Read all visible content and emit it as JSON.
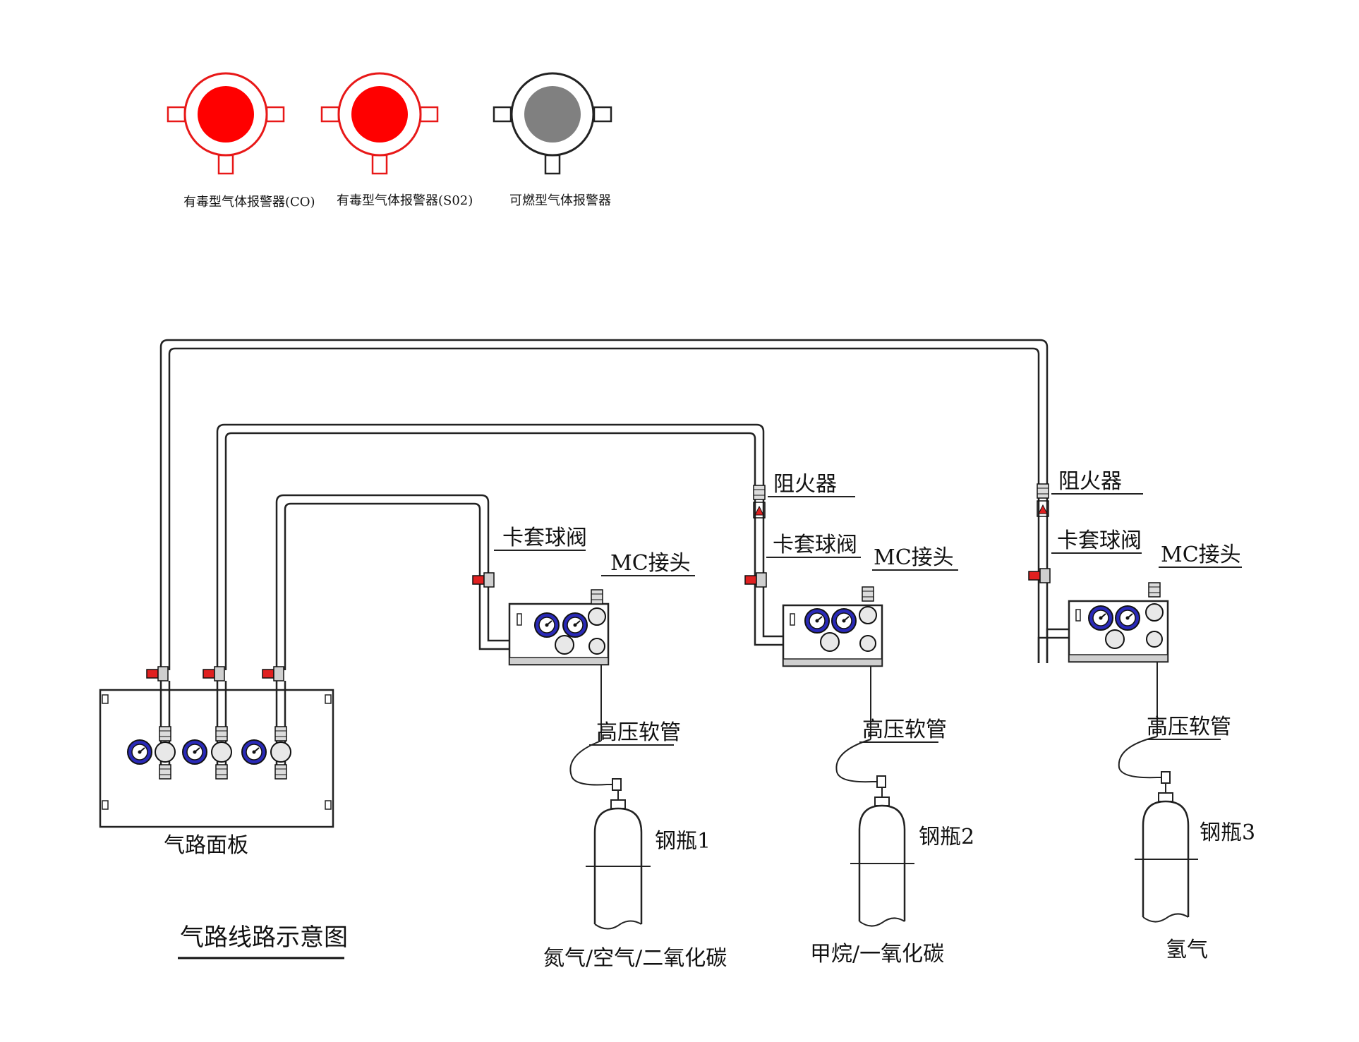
{
  "legend": {
    "items": [
      {
        "label": "有毒型气体报警器(CO)",
        "color": "#ff0000",
        "outline": "#e81818"
      },
      {
        "label": "有毒型气体报警器(S02)",
        "color": "#ff0000",
        "outline": "#e81818"
      },
      {
        "label": "可燃型气体报警器",
        "color": "#808080",
        "outline": "#222222"
      }
    ]
  },
  "labels": {
    "flame_arrester": "阻火器",
    "ball_valve": "卡套球阀",
    "mc_connector": "MC接头",
    "high_pressure_hose": "高压软管",
    "gas_panel": "气路面板"
  },
  "cylinders": [
    {
      "name": "钢瓶1",
      "gas": "氮气/空气/二氧化碳"
    },
    {
      "name": "钢瓶2",
      "gas": "甲烷/一氧化碳"
    },
    {
      "name": "钢瓶3",
      "gas": "氢气"
    }
  ],
  "title": "气路线路示意图",
  "colors": {
    "line": "#222222",
    "gauge_blue": "#2a2ab8",
    "alarm_red": "#ff0000",
    "alarm_grey": "#808080"
  }
}
